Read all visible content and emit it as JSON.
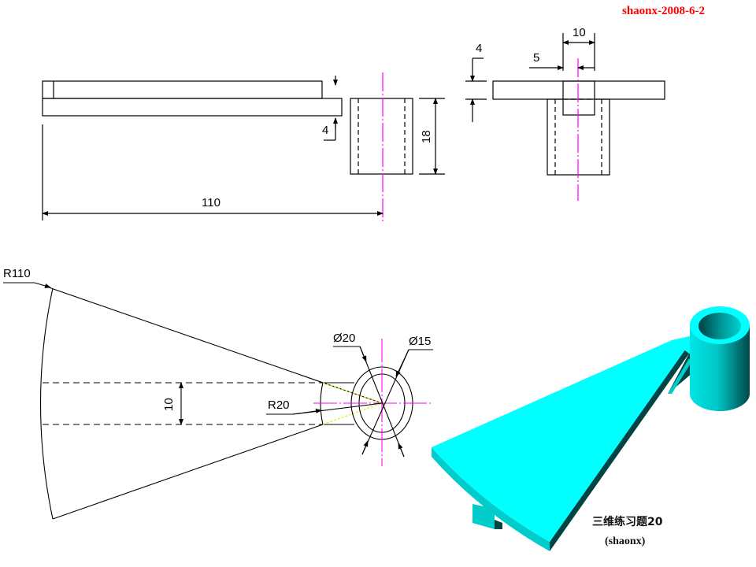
{
  "credit": "shaonx-2008-6-2",
  "caption": {
    "title": "三维练习题20",
    "author": "(shaonx)"
  },
  "colors": {
    "line": "#000000",
    "centerline": "#ff00ff",
    "construction": "#ffff00",
    "solid_top": "#00ffff",
    "solid_side": "#00cccc",
    "solid_dark": "#004444",
    "credit": "#ff0000"
  },
  "front_view": {
    "dim_length": "110",
    "dim_thickness": "4",
    "dim_height": "18"
  },
  "side_view": {
    "dim_thickness": "4",
    "dim_slot_width": "10",
    "dim_offset": "5"
  },
  "top_view": {
    "dim_outer_radius": "R110",
    "dim_inner_radius": "R20",
    "dim_width": "10",
    "dim_outer_diameter": "Ø20",
    "dim_inner_diameter": "Ø15"
  }
}
